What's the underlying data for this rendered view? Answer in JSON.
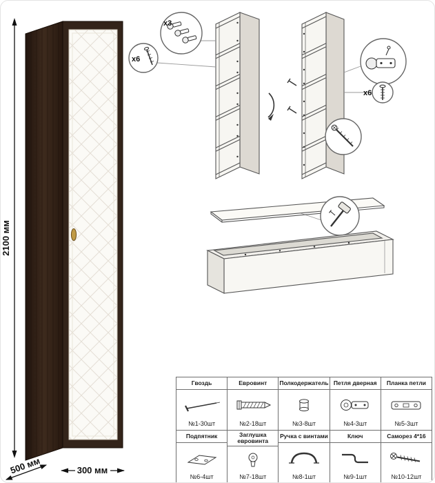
{
  "dimensions": {
    "height": "2100 мм",
    "depth": "500 мм",
    "width": "300 мм"
  },
  "assembly": {
    "hinge_count_label": "x3",
    "screw_count_left_label": "x6",
    "screw_count_right_label": "x6"
  },
  "parts_table": {
    "rows": [
      [
        {
          "name": "Гвоздь",
          "qty": "№1-30шт"
        },
        {
          "name": "Евровинт",
          "qty": "№2-18шт"
        },
        {
          "name": "Полкодержатель",
          "qty": "№3-8шт"
        },
        {
          "name": "Петля дверная",
          "qty": "№4-3шт"
        },
        {
          "name": "Планка петли",
          "qty": "№5-3шт"
        }
      ],
      [
        {
          "name": "Подпятник",
          "qty": "№6-4шт"
        },
        {
          "name": "Заглушка евровинта",
          "qty": "№7-18шт"
        },
        {
          "name": "Ручка с винтами",
          "qty": "№8-1шт"
        },
        {
          "name": "Ключ",
          "qty": "№9-1шт"
        },
        {
          "name": "Саморез 4*16",
          "qty": "№10-12шт"
        }
      ]
    ]
  },
  "colors": {
    "cabinet_dark": "#33241a",
    "door_white": "#fbfaf6",
    "handle_gold": "#c09a45",
    "line": "#555555"
  }
}
